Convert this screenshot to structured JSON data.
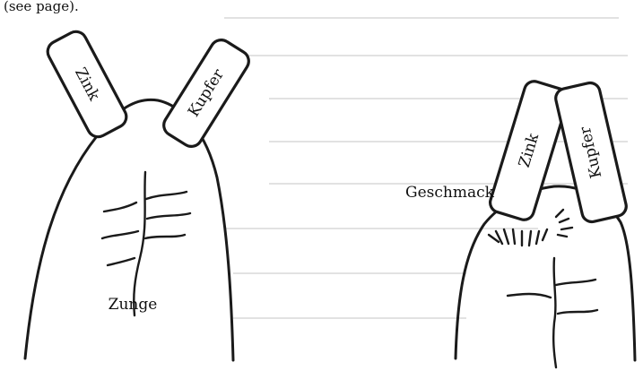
{
  "figure": {
    "top_cut_text": "(see page).",
    "left": {
      "plate_zinc": "Zink",
      "plate_copper": "Kupfer",
      "tongue_label": "Zunge"
    },
    "right": {
      "taste_label": "Geschmack",
      "plate_zinc": "Zink",
      "plate_copper": "Kupfer"
    }
  }
}
